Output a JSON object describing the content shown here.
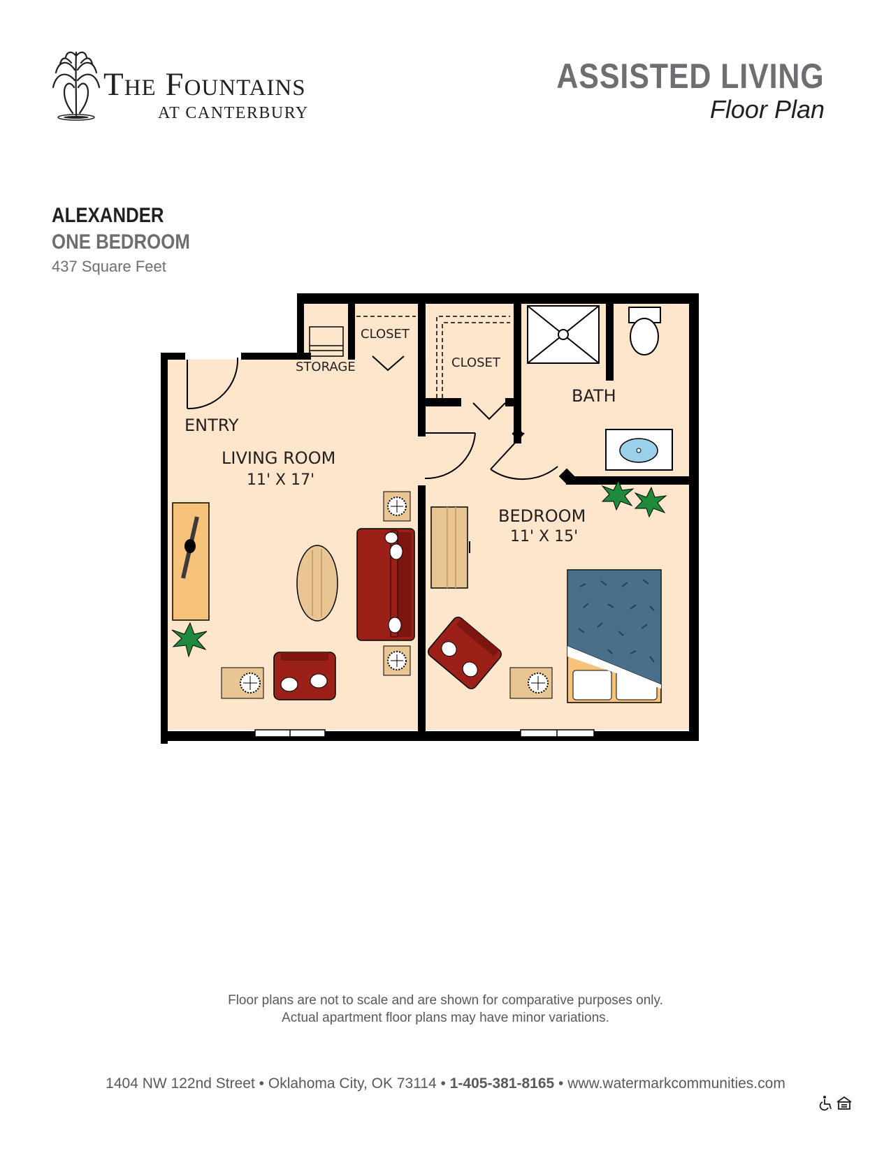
{
  "brand": {
    "name": "The Fountains",
    "subtitle": "AT CANTERBURY"
  },
  "header": {
    "title": "ASSISTED LIVING",
    "subtitle": "Floor Plan"
  },
  "plan": {
    "name": "ALEXANDER",
    "type": "ONE BEDROOM",
    "size": "437 Square Feet"
  },
  "rooms": {
    "storage": "STORAGE",
    "closet_1": "CLOSET",
    "closet_2": "CLOSET",
    "bath": "BATH",
    "entry": "ENTRY",
    "living_room": "LIVING ROOM",
    "living_room_dim": "11' X 17'",
    "bedroom": "BEDROOM",
    "bedroom_dim": "11' X 15'"
  },
  "colors": {
    "floor": "#fde6cb",
    "wall": "#000000",
    "sofa": "#9b2018",
    "wood": "#e8c592",
    "bedspread": "#4a6f8a",
    "plant": "#1f8a3b",
    "tv_stand": "#f7c27a"
  },
  "footer": {
    "disclaimer_line1": "Floor plans are not to scale and are shown for comparative purposes only.",
    "disclaimer_line2": "Actual apartment floor plans may have minor variations.",
    "address": "1404 NW 122nd Street",
    "city": "Oklahoma City, OK 73114",
    "phone": "1-405-381-8165",
    "website": "www.watermarkcommunities.com",
    "separator": "•"
  },
  "icons": {
    "logo": "fountain-icon",
    "accessibility": "wheelchair-icon",
    "housing": "equal-housing-icon"
  }
}
